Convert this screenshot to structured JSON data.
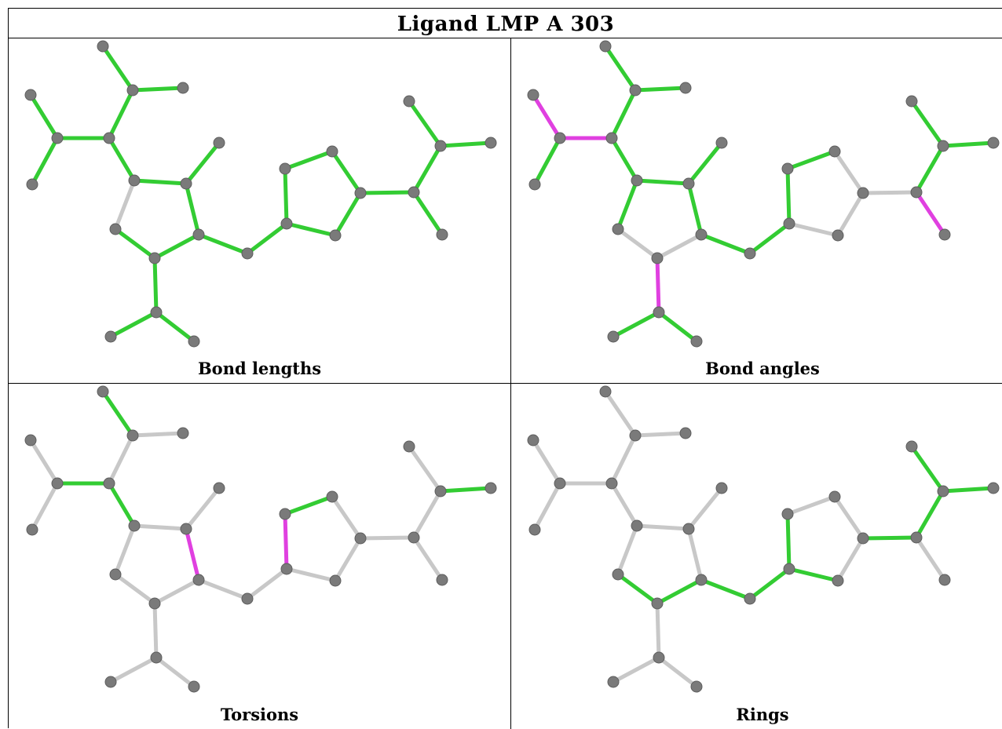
{
  "title": "Ligand LMP A 303",
  "colors": {
    "good": "#33cc33",
    "outlier": "#e040e0",
    "neutral": "#c8c8c8",
    "atom": "#7a7a7a"
  },
  "panels": [
    {
      "caption": "Bond lengths",
      "bond_status": [
        "good",
        "good",
        "good",
        "good",
        "good",
        "good",
        "good",
        "good",
        "good",
        "good",
        "neutral",
        "good",
        "good",
        "good",
        "good",
        "good",
        "good",
        "good",
        "good",
        "good",
        "good",
        "good",
        "good",
        "good",
        "good",
        "good",
        "good",
        "good",
        "neutral",
        "good",
        "outlier"
      ]
    },
    {
      "caption": "Bond angles",
      "bond_status": [
        "outlier",
        "good",
        "outlier",
        "good",
        "good",
        "good",
        "good",
        "good",
        "good",
        "good",
        "good",
        "neutral",
        "neutral",
        "good",
        "good",
        "good",
        "good",
        "neutral",
        "neutral",
        "neutral",
        "neutral",
        "good",
        "good",
        "good",
        "outlier",
        "outlier",
        "good",
        "good",
        "neutral",
        "good",
        "good"
      ]
    },
    {
      "caption": "Torsions",
      "bond_status": [
        "neutral",
        "neutral",
        "good",
        "neutral",
        "good",
        "neutral",
        "good",
        "neutral",
        "neutral",
        "outlier",
        "neutral",
        "neutral",
        "neutral",
        "neutral",
        "neutral",
        "outlier",
        "good",
        "neutral",
        "neutral",
        "neutral",
        "neutral",
        "neutral",
        "neutral",
        "good",
        "neutral",
        "neutral",
        "neutral",
        "neutral",
        "outlier",
        "neutral",
        "neutral"
      ]
    },
    {
      "caption": "Rings",
      "bond_status": [
        "neutral",
        "neutral",
        "neutral",
        "neutral",
        "neutral",
        "neutral",
        "neutral",
        "neutral",
        "neutral",
        "neutral",
        "neutral",
        "good",
        "good",
        "good",
        "good",
        "good",
        "neutral",
        "neutral",
        "neutral",
        "good",
        "good",
        "good",
        "good",
        "good",
        "neutral",
        "neutral",
        "neutral",
        "neutral",
        "neutral",
        "neutral",
        "neutral"
      ]
    }
  ]
}
